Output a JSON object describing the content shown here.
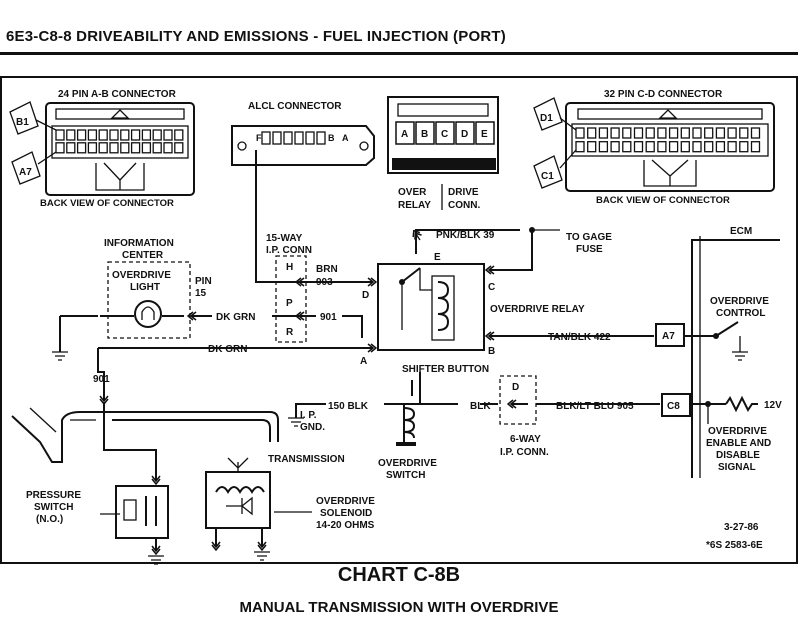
{
  "header": {
    "title": "6E3-C8-8  DRIVEABILITY AND EMISSIONS - FUEL INJECTION (PORT)"
  },
  "connectors": {
    "ab": {
      "title": "24 PIN A-B CONNECTOR",
      "caption": "BACK VIEW OF CONNECTOR",
      "pin_top": "B1",
      "pin_bottom": "A7"
    },
    "alcl": {
      "title": "ALCL CONNECTOR",
      "pins": [
        "F",
        "B",
        "A"
      ]
    },
    "relay_plug": {
      "pins": [
        "A",
        "B",
        "C",
        "D",
        "E"
      ],
      "label_left_1": "OVER",
      "label_left_2": "RELAY",
      "label_right_1": "DRIVE",
      "label_right_2": "CONN."
    },
    "cd": {
      "title": "32 PIN C-D CONNECTOR",
      "caption": "BACK VIEW OF CONNECTOR",
      "pin_top": "D1",
      "pin_bottom": "C1"
    }
  },
  "info_center": {
    "title_1": "INFORMATION",
    "title_2": "CENTER",
    "light_1": "OVERDRIVE",
    "light_2": "LIGHT",
    "pin_1": "PIN",
    "pin_2": "15"
  },
  "ip_conn_15": {
    "title_1": "15-WAY",
    "title_2": "I.P. CONN",
    "pin_h": "H",
    "pin_p": "P",
    "pin_r": "R"
  },
  "relay": {
    "title": "OVERDRIVE  RELAY",
    "terms": [
      "A",
      "B",
      "C",
      "D",
      "E"
    ]
  },
  "wires": {
    "pnk_blk": "PNK/BLK  39",
    "gage_fuse_1": "TO GAGE",
    "gage_fuse_2": "FUSE",
    "brn": "BRN",
    "brn_num": "903",
    "w901_mid": "901",
    "dk_grn_1": "DK GRN",
    "dk_grn_2": "DK GRN",
    "w901_left": "901",
    "tan_blk": "TAN/BLK  422",
    "blk_150": "150 BLK",
    "blk": "BLK",
    "blk_lt_blu": "BLK/LT BLU  905"
  },
  "ecm": {
    "label": "ECM",
    "pin_a7": "A7",
    "pin_c8": "C8",
    "od_control_1": "OVERDRIVE",
    "od_control_2": "CONTROL",
    "volts": "12V",
    "enable_1": "OVERDRIVE",
    "enable_2": "ENABLE AND",
    "enable_3": "DISABLE",
    "enable_4": "SIGNAL"
  },
  "shifter": {
    "button": "SHIFTER BUTTON",
    "switch_1": "OVERDRIVE",
    "switch_2": "SWITCH"
  },
  "ip_conn_6": {
    "pin_d": "D",
    "title_1": "6-WAY",
    "title_2": "I.P. CONN."
  },
  "ground": {
    "ip_1": "I. P.",
    "ip_2": "GND."
  },
  "transmission": {
    "label": "TRANSMISSION",
    "pressure_1": "PRESSURE",
    "pressure_2": "SWITCH",
    "pressure_3": "(N.O.)",
    "solenoid_1": "OVERDRIVE",
    "solenoid_2": "SOLENOID",
    "solenoid_3": "14-20 OHMS"
  },
  "footnote": {
    "date": "3-27-86",
    "code": "*6S 2583-6E"
  },
  "chart": {
    "title": "CHART C-8B",
    "subtitle": "MANUAL TRANSMISSION WITH OVERDRIVE"
  }
}
